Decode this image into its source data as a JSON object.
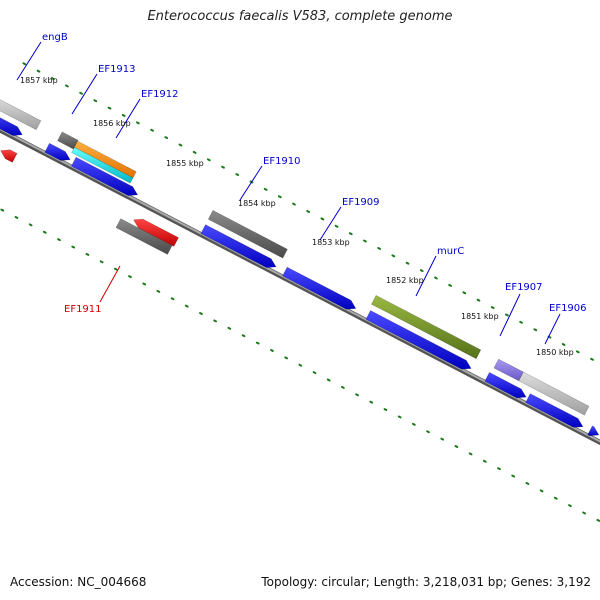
{
  "title": "Enterococcus faecalis V583, complete genome",
  "footer": {
    "accession": "Accession: NC_004668",
    "summary": "Topology: circular; Length: 3,218,031 bp; Genes: 3,192"
  },
  "scale_labels": [
    "1857 kbp",
    "1856 kbp",
    "1855 kbp",
    "1854 kbp",
    "1853 kbp",
    "1852 kbp",
    "1851 kbp",
    "1850 kbp"
  ],
  "gene_labels": [
    {
      "text": "engB",
      "color": "#0000cc"
    },
    {
      "text": "EF1913",
      "color": "#0000cc"
    },
    {
      "text": "EF1912",
      "color": "#0000cc"
    },
    {
      "text": "EF1910",
      "color": "#0000cc"
    },
    {
      "text": "EF1909",
      "color": "#0000cc"
    },
    {
      "text": "murC",
      "color": "#0000cc"
    },
    {
      "text": "EF1907",
      "color": "#0000cc"
    },
    {
      "text": "EF1906",
      "color": "#0000cc"
    },
    {
      "text": "EF1911",
      "color": "#cc0000"
    }
  ],
  "colors": {
    "backbone": "#888888",
    "cds": "#0000ee",
    "reverse": "#ee0000",
    "gray_feature": "#666666",
    "light_feature": "#bbbbbb",
    "orange_feature": "#ff8800",
    "cyan_feature": "#00cccc",
    "olive_feature": "#6b8e23",
    "purple_feature": "#8877dd",
    "ticks": "#1a7a1a"
  }
}
